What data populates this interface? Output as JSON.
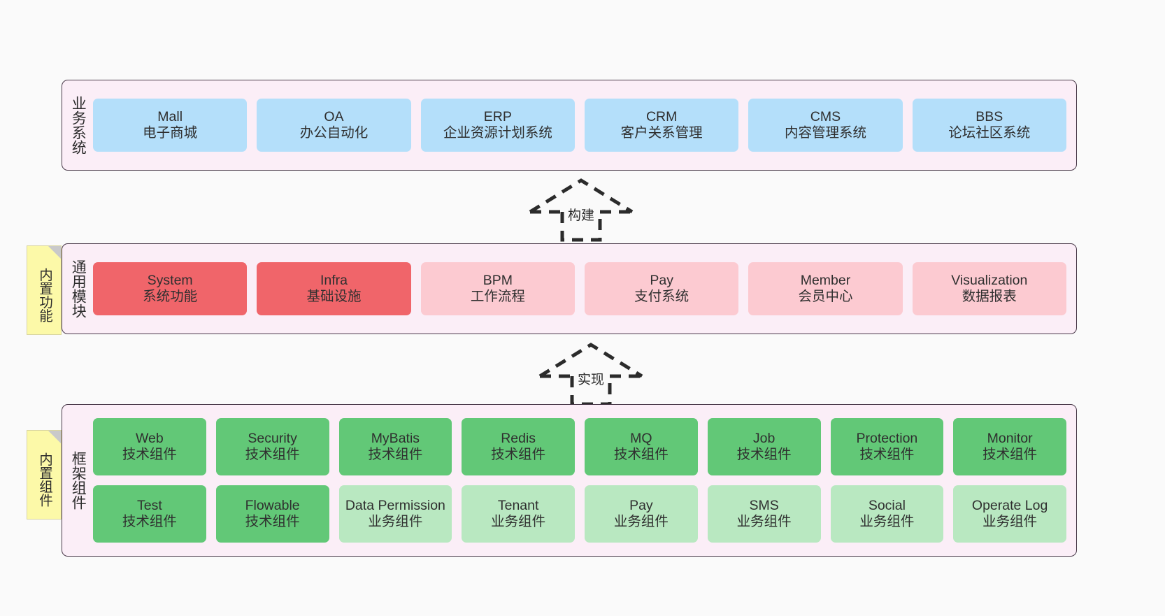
{
  "diagram": {
    "title": "ruoyi-vue-pro architecture layers",
    "background": "#fafafa"
  },
  "colors": {
    "layer_bg": "#fbeef7",
    "layer_border": "#4a3a4a",
    "blue": "#b4dffa",
    "red_strong": "#f0656a",
    "red_light": "#fccad1",
    "green_strong": "#62c877",
    "green_light": "#b9e8c1",
    "sticky": "#fcf9a8",
    "sticky_fold": "#c9c9c9"
  },
  "layers": [
    {
      "id": "business",
      "title": "业务系统",
      "sticky": null,
      "rows": [
        {
          "cards": [
            {
              "name": "Mall",
              "sub": "电子商城",
              "style": "blue"
            },
            {
              "name": "OA",
              "sub": "办公自动化",
              "style": "blue"
            },
            {
              "name": "ERP",
              "sub": "企业资源计划系统",
              "style": "blue"
            },
            {
              "name": "CRM",
              "sub": "客户关系管理",
              "style": "blue"
            },
            {
              "name": "CMS",
              "sub": "内容管理系统",
              "style": "blue"
            },
            {
              "name": "BBS",
              "sub": "论坛社区系统",
              "style": "blue"
            }
          ]
        }
      ]
    },
    {
      "id": "common",
      "title": "通用模块",
      "sticky": "内置功能",
      "rows": [
        {
          "cards": [
            {
              "name": "System",
              "sub": "系统功能",
              "style": "red-strong"
            },
            {
              "name": "Infra",
              "sub": "基础设施",
              "style": "red-strong"
            },
            {
              "name": "BPM",
              "sub": "工作流程",
              "style": "red-light"
            },
            {
              "name": "Pay",
              "sub": "支付系统",
              "style": "red-light"
            },
            {
              "name": "Member",
              "sub": "会员中心",
              "style": "red-light"
            },
            {
              "name": "Visualization",
              "sub": "数据报表",
              "style": "red-light"
            }
          ]
        }
      ]
    },
    {
      "id": "framework",
      "title": "框架组件",
      "sticky": "内置组件",
      "rows": [
        {
          "cards": [
            {
              "name": "Web",
              "sub": "技术组件",
              "style": "green-strong"
            },
            {
              "name": "Security",
              "sub": "技术组件",
              "style": "green-strong"
            },
            {
              "name": "MyBatis",
              "sub": "技术组件",
              "style": "green-strong"
            },
            {
              "name": "Redis",
              "sub": "技术组件",
              "style": "green-strong"
            },
            {
              "name": "MQ",
              "sub": "技术组件",
              "style": "green-strong"
            },
            {
              "name": "Job",
              "sub": "技术组件",
              "style": "green-strong"
            },
            {
              "name": "Protection",
              "sub": "技术组件",
              "style": "green-strong"
            },
            {
              "name": "Monitor",
              "sub": "技术组件",
              "style": "green-strong"
            }
          ]
        },
        {
          "cards": [
            {
              "name": "Test",
              "sub": "技术组件",
              "style": "green-strong"
            },
            {
              "name": "Flowable",
              "sub": "技术组件",
              "style": "green-strong"
            },
            {
              "name": "Data Permission",
              "sub": "业务组件",
              "style": "green-light"
            },
            {
              "name": "Tenant",
              "sub": "业务组件",
              "style": "green-light"
            },
            {
              "name": "Pay",
              "sub": "业务组件",
              "style": "green-light"
            },
            {
              "name": "SMS",
              "sub": "业务组件",
              "style": "green-light"
            },
            {
              "name": "Social",
              "sub": "业务组件",
              "style": "green-light"
            },
            {
              "name": "Operate Log",
              "sub": "业务组件",
              "style": "green-light"
            }
          ]
        }
      ]
    }
  ],
  "connectors": [
    {
      "id": "build",
      "label": "构建",
      "from": "common",
      "to": "business",
      "style": "dashed-generalization"
    },
    {
      "id": "implement",
      "label": "实现",
      "from": "framework",
      "to": "common",
      "style": "dashed-generalization"
    }
  ]
}
